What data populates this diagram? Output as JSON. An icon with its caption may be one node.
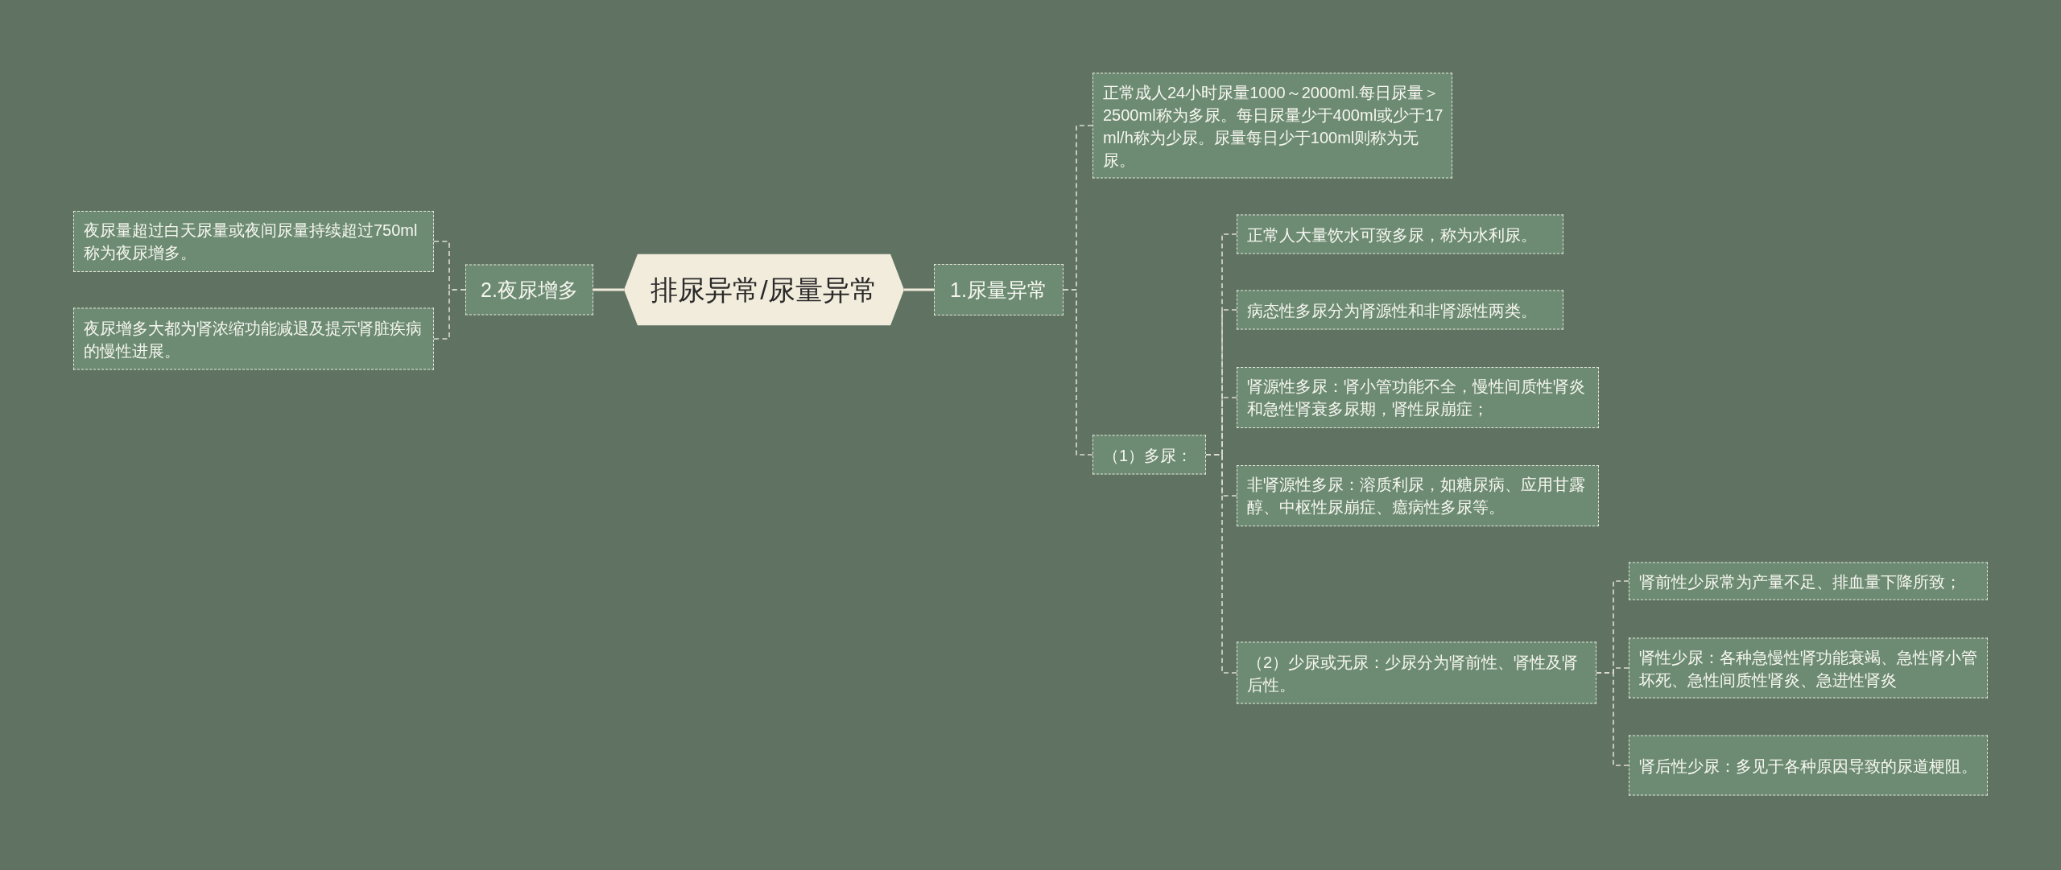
{
  "diagram": {
    "nodes": [
      {
        "text": [
          "排尿异常/尿量异常"
        ]
      },
      {
        "text": [
          "1.尿量异常"
        ]
      },
      {
        "text": [
          "正常成人24小时尿量1000～2000ml.每日尿量＞2500ml称为多尿。每日尿量少于400ml或少于17ml/h称为少尿。尿量每日少于100ml则称为无尿。"
        ]
      },
      {
        "text": [
          "（1）多尿："
        ]
      },
      {
        "text": [
          "正常人大量饮水可致多尿，称为水利尿。"
        ]
      },
      {
        "text": [
          "病态性多尿分为肾源性和非肾源性两类。"
        ]
      },
      {
        "text": [
          "肾源性多尿：肾小管功能不全，慢性间质性肾炎和急性肾衰多尿期，肾性尿崩症；"
        ]
      },
      {
        "text": [
          "非肾源性多尿：溶质利尿，如糖尿病、应用甘露醇、中枢性尿崩症、癔病性多尿等。"
        ]
      },
      {
        "text": [
          "（2）少尿或无尿：少尿分为肾前性、肾性及肾后性。"
        ]
      },
      {
        "text": [
          "肾前性少尿常为产量不足、排血量下降所致；"
        ]
      },
      {
        "text": [
          "肾性少尿：各种急慢性肾功能衰竭、急性肾小管坏死、急性间质性肾炎、急进性肾炎"
        ]
      },
      {
        "text": [
          "肾后性少尿：多见于各种原因导致的尿道梗阻。"
        ]
      },
      {
        "text": [
          "2.夜尿增多"
        ]
      },
      {
        "text": [
          "夜尿量超过白天尿量或夜间尿量持续超过750ml称为夜尿增多。"
        ]
      },
      {
        "text": [
          "夜尿增多大都为肾浓缩功能减退及提示肾脏疾病的慢性进展。"
        ]
      }
    ],
    "edges": [
      {
        "from": 0,
        "to": 1,
        "arrow": "none",
        "color": "#f2ecdc"
      },
      {
        "from": 1,
        "to": 2,
        "arrow": "none",
        "style": "dashed"
      },
      {
        "from": 1,
        "to": 3,
        "arrow": "none",
        "style": "dashed"
      },
      {
        "from": 3,
        "to": 4,
        "arrow": "none",
        "style": "dashed"
      },
      {
        "from": 3,
        "to": 5,
        "arrow": "none",
        "style": "dashed"
      },
      {
        "from": 3,
        "to": 6,
        "arrow": "none",
        "style": "dashed"
      },
      {
        "from": 3,
        "to": 7,
        "arrow": "none",
        "style": "dashed"
      },
      {
        "from": 3,
        "to": 8,
        "arrow": "none",
        "style": "dashed"
      },
      {
        "from": 8,
        "to": 9,
        "arrow": "none",
        "style": "dashed"
      },
      {
        "from": 8,
        "to": 10,
        "arrow": "none",
        "style": "dashed"
      },
      {
        "from": 8,
        "to": 11,
        "arrow": "none",
        "style": "dashed"
      },
      {
        "from": 0,
        "to": 12,
        "arrow": "none",
        "color": "#f2ecdc"
      },
      {
        "from": 12,
        "to": 13,
        "arrow": "none",
        "style": "dashed"
      },
      {
        "from": 12,
        "to": 14,
        "arrow": "none",
        "style": "dashed"
      }
    ]
  }
}
